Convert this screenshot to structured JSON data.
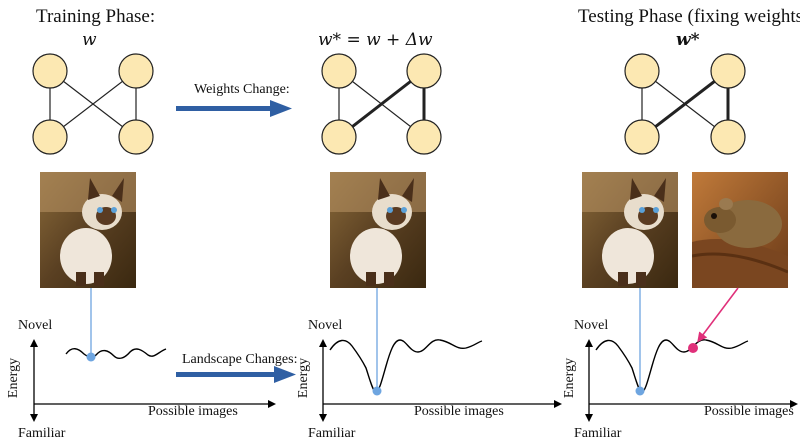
{
  "training": {
    "title": "Training Phase:",
    "weight_label": "w",
    "arrow_label": "Weights Change:"
  },
  "middle": {
    "weight_label": "w* = w + Δw",
    "arrow_label": "Landscape Changes:"
  },
  "testing": {
    "title": "Testing Phase (fixing weights):",
    "weight_label": "w*"
  },
  "axes": {
    "top_label": "Novel",
    "bottom_label": "Familiar",
    "y_label": "Energy",
    "x_label": "Possible images"
  },
  "colors": {
    "node_fill": "#fce8b2",
    "arrow_blue": "#2f5fa3",
    "point_blue": "#6ea5e0",
    "point_pink": "#e0307a"
  }
}
